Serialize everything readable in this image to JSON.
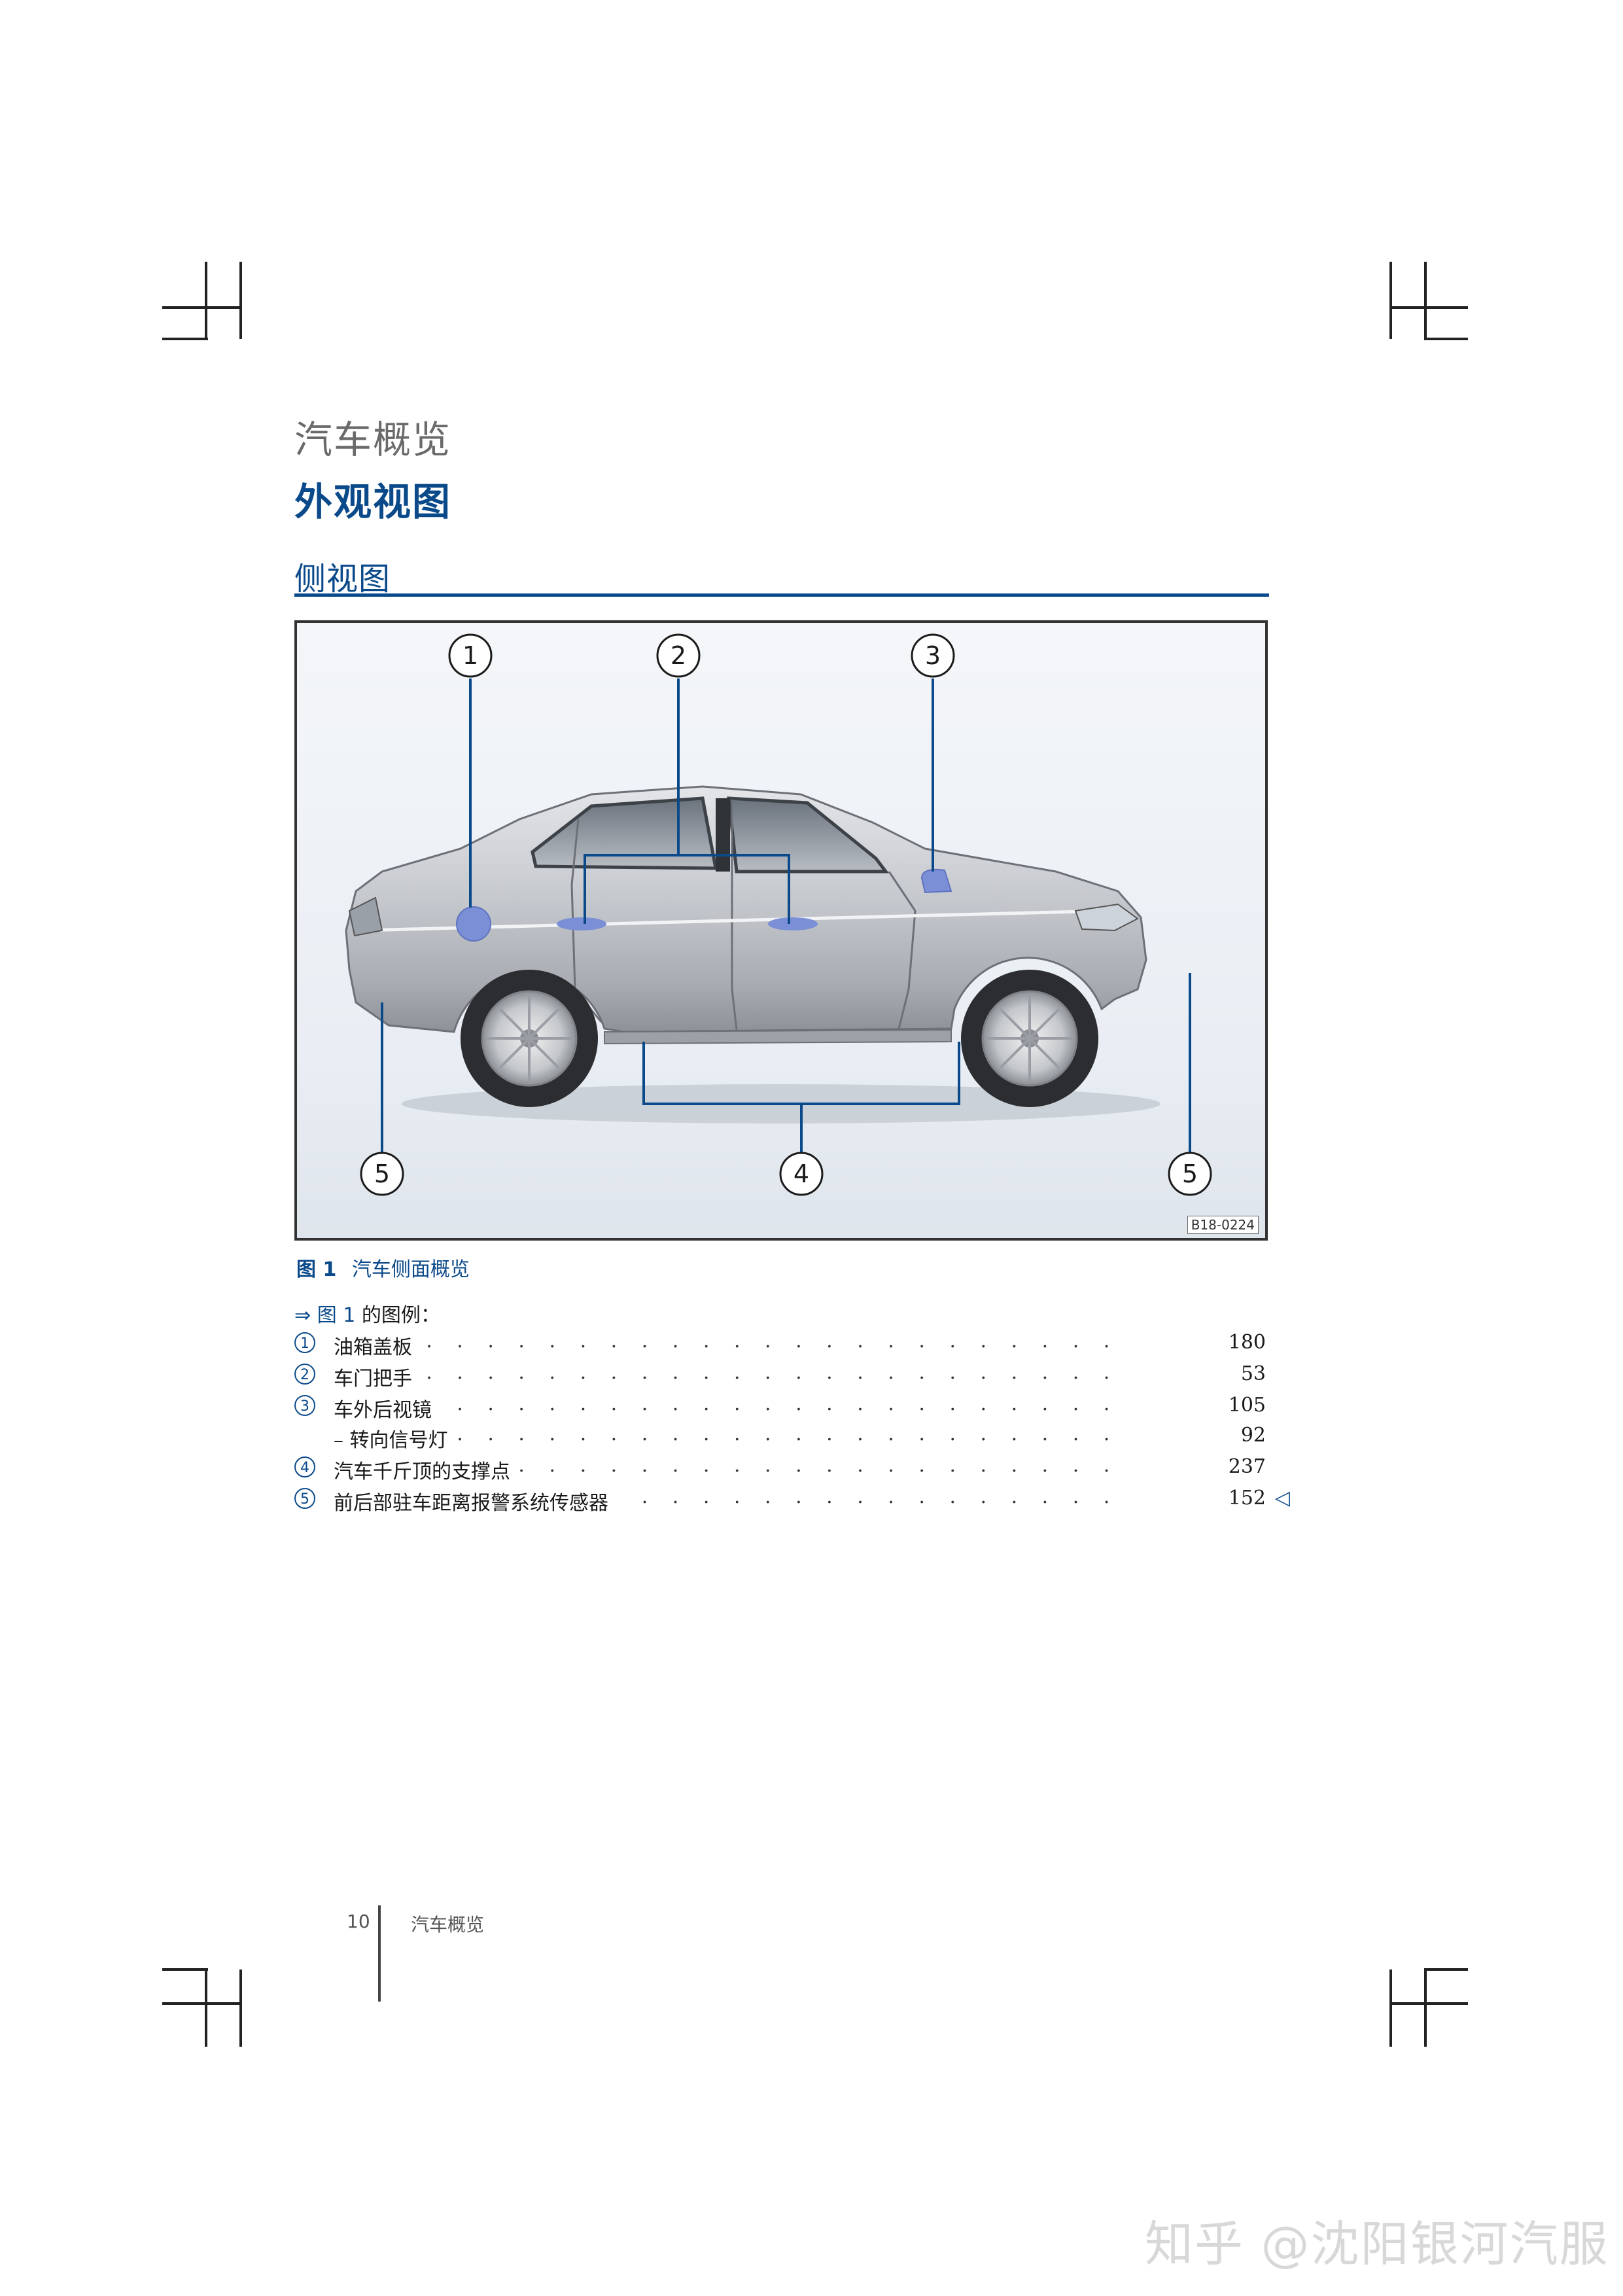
{
  "header": {
    "chapter": "汽车概览",
    "subhead": "外观视图"
  },
  "section": {
    "title": "侧视图"
  },
  "figure": {
    "code": "B18-0224",
    "caption_label": "图 1",
    "caption_text": "汽车侧面概览",
    "callouts": [
      "1",
      "2",
      "3",
      "4",
      "5",
      "5"
    ]
  },
  "legend": {
    "intro_arrow": "⇒",
    "intro_ref": "图 1",
    "intro_text": "的图例：",
    "dots": ". . . . . . . . . . . . . . . . . . . . . . . . . . . . . . . . . . . . . . . . . . . . . . . . . . . . . . . . . . . . . . . . . . . . . . . . . . . . . .",
    "items": [
      {
        "badge": "1",
        "label": "油箱盖板",
        "page": "180"
      },
      {
        "badge": "2",
        "label": "车门把手",
        "page": "53"
      },
      {
        "badge": "3",
        "label": "车外后视镜",
        "page": "105"
      },
      {
        "badge": "",
        "label": "– 转向信号灯",
        "page": "92"
      },
      {
        "badge": "4",
        "label": "汽车千斤顶的支撑点",
        "page": "237"
      },
      {
        "badge": "5",
        "label": "前后部驻车距离报警系统传感器",
        "page": "152"
      }
    ],
    "end_mark": "◁"
  },
  "footer": {
    "page_number": "10",
    "chapter": "汽车概览"
  },
  "watermark": "知乎 @沈阳银河汽服",
  "colors": {
    "accent": "#0b4a8a",
    "callout": "#0b4a8a",
    "highlight": "#7b8fd6"
  }
}
